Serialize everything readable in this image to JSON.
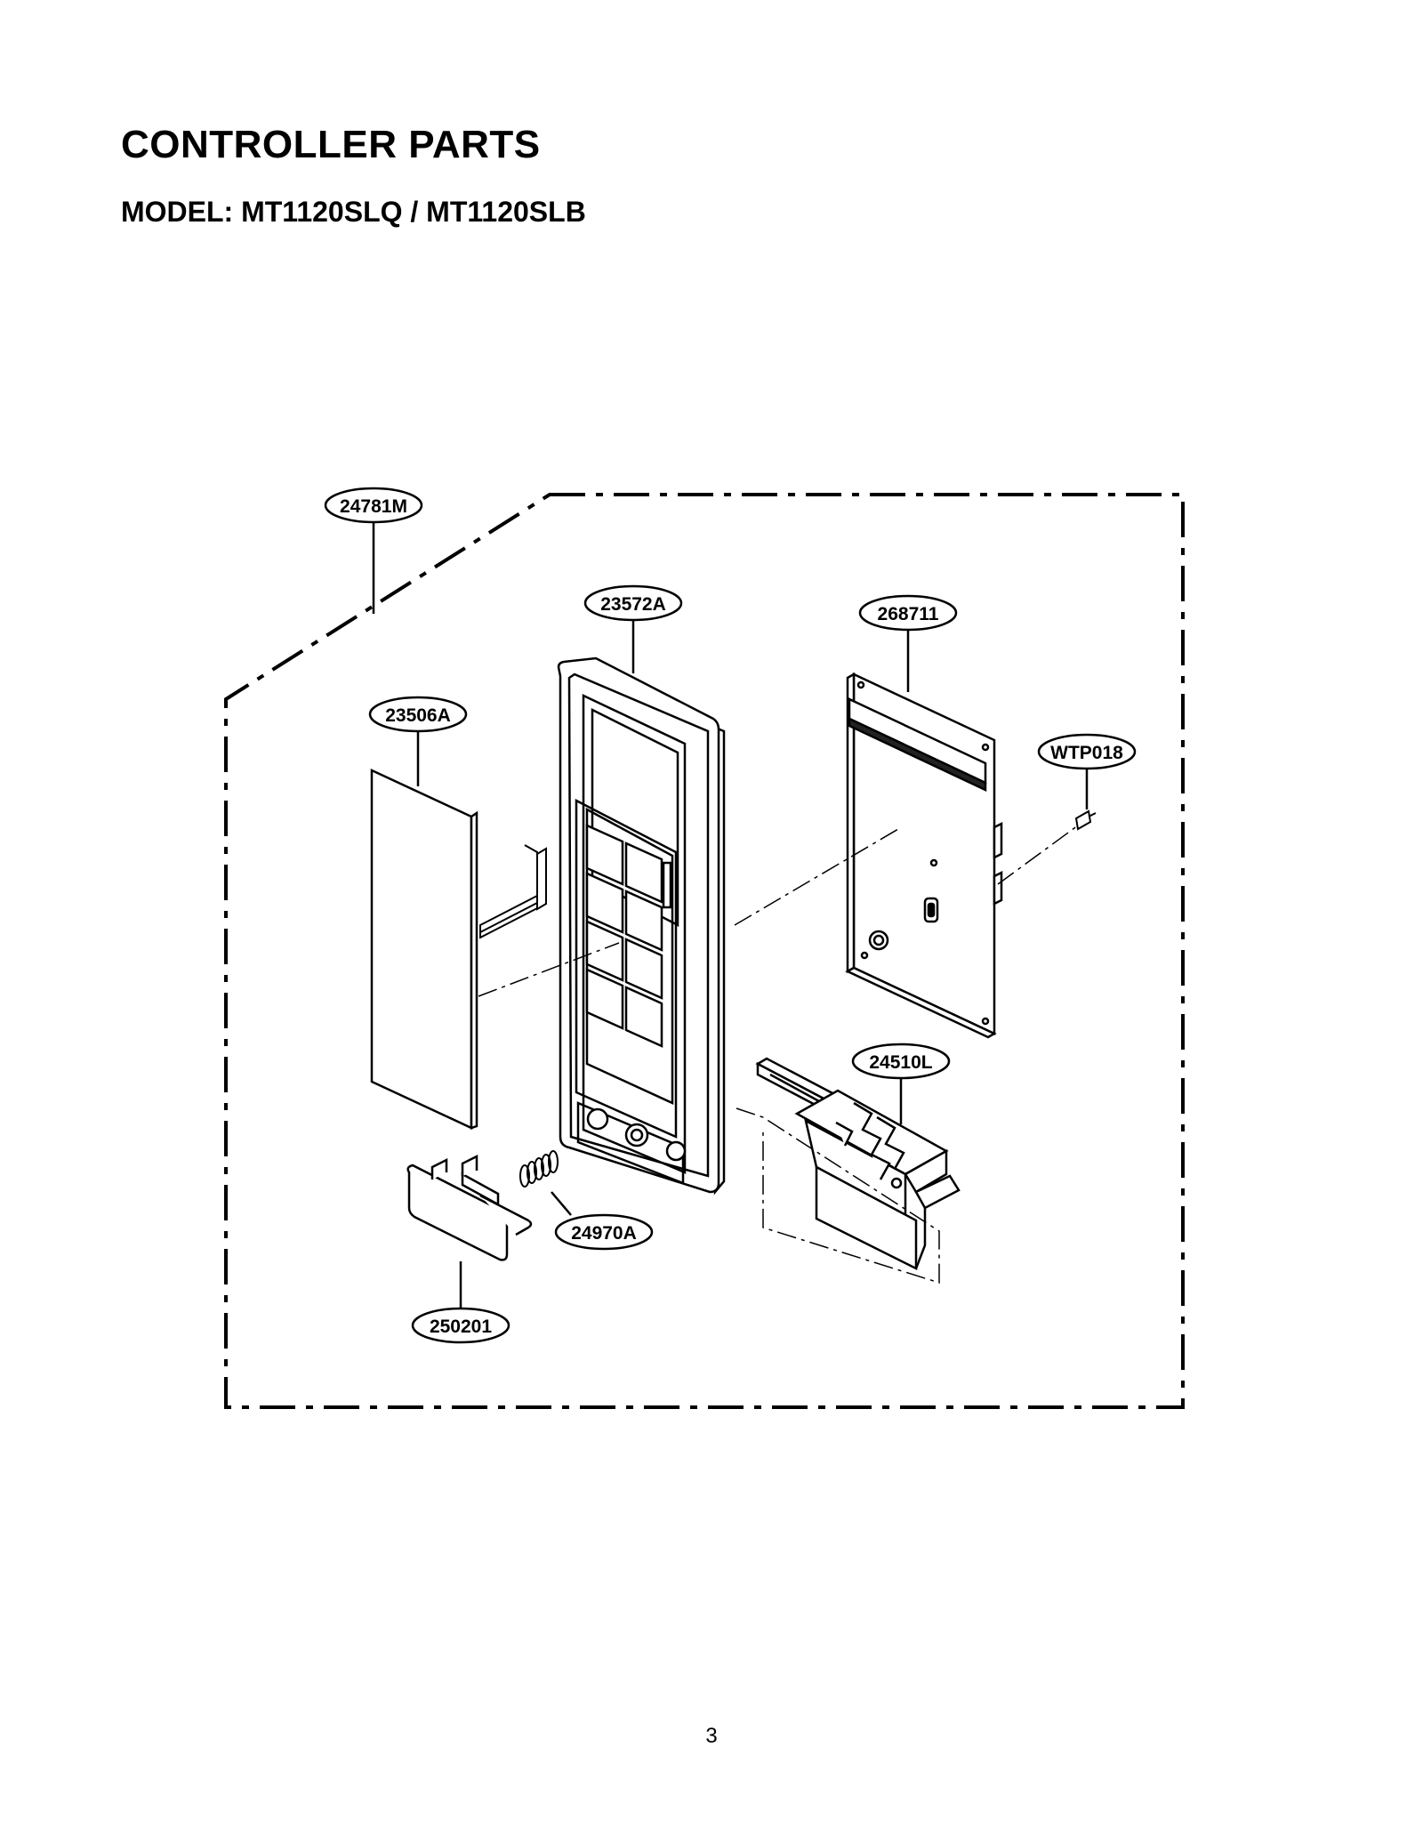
{
  "header": {
    "title": "CONTROLLER PARTS",
    "model": "MODEL: MT1120SLQ / MT1120SLB"
  },
  "parts": {
    "assembly": "24781M",
    "front_panel": "23572A",
    "pcb": "268711",
    "screw": "WTP018",
    "membrane_sheet": "23506A",
    "latch_lever": "24510L",
    "spring": "24970A",
    "door_button": "250201"
  },
  "footer": {
    "page_number": "3"
  }
}
